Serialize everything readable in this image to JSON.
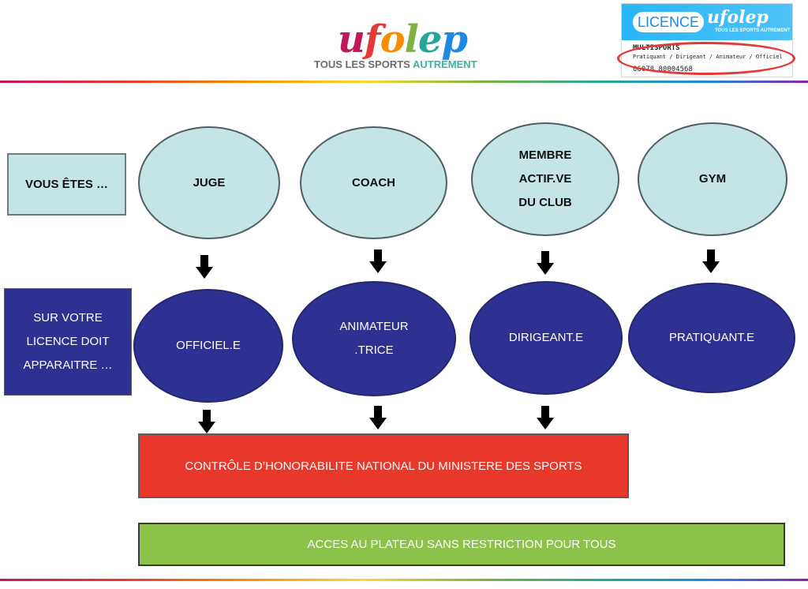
{
  "header": {
    "logo": {
      "word": "ufolep",
      "tagline_main": "TOUS LES SPORTS",
      "tagline_accent": "AUTREMENT"
    },
    "licence_card": {
      "badge": "LICENCE",
      "brand": "ufolep",
      "brand_tagline": "TOUS LES SPORTS AUTREMENT",
      "line1": "MULTISPORTS",
      "line2": "Pratiquant / Dirigeant / Animateur / Officiel",
      "line3": "06078 80004568"
    }
  },
  "colors": {
    "light_oval": "#c5e4e6",
    "dark_oval": "#2e3192",
    "red_box": "#e8372b",
    "green_box": "#8bc24a",
    "circle_highlight": "#e53935"
  },
  "diagram": {
    "row1_label": "VOUS ÊTES …",
    "row2_label": "SUR VOTRE LICENCE DOIT APPARAITRE …",
    "roles": [
      {
        "you_are": "JUGE",
        "licence": "OFFICIEL.E"
      },
      {
        "you_are": "COACH",
        "licence": "ANIMATEUR\n.TRICE"
      },
      {
        "you_are": "MEMBRE\nACTIF.VE\nDU CLUB",
        "licence": "DIRIGEANT.E"
      },
      {
        "you_are": "GYM",
        "licence": "PRATIQUANT.E"
      }
    ],
    "control_box": "CONTRÔLE D’HONORABILITE NATIONAL DU MINISTERE DES SPORTS",
    "access_box": "ACCES AU PLATEAU SANS RESTRICTION POUR TOUS"
  }
}
